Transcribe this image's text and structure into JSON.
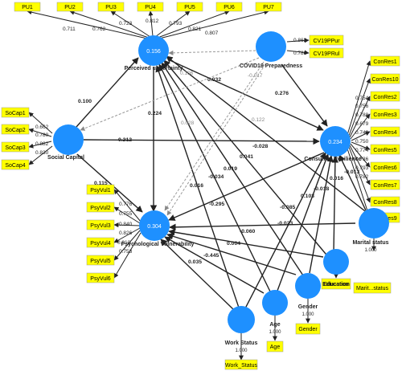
{
  "constructs": {
    "perceived_uncertainty": {
      "label": "Perceived uncertainty",
      "r2": "0.156"
    },
    "covid_preparedness": {
      "label": "COVID19 Preparedness",
      "r2": ""
    },
    "social_capital": {
      "label": "Social Capital",
      "r2": ""
    },
    "consumer_resilience": {
      "label": "Consumer Resilience",
      "r2": "0.234"
    },
    "psych_vulnerability": {
      "label": "Psychological Vulnerability",
      "r2": "0.304"
    },
    "marital_status": {
      "label": "Marital  status",
      "value": "1.000"
    },
    "education": {
      "label": "Education",
      "value": ""
    },
    "gender": {
      "label": "Gender",
      "value": "1.000"
    },
    "age": {
      "label": "Age",
      "value": "1.000"
    },
    "work_status": {
      "label": "Work  Status",
      "value": "1.000"
    }
  },
  "indicators": {
    "pu": [
      "PU1",
      "PU2",
      "PU3",
      "PU4",
      "PU5",
      "PU6",
      "PU7"
    ],
    "pu_loadings": [
      "0.711",
      "0.762",
      "0.723",
      "0.812",
      "0.793",
      "0.821",
      "0.807"
    ],
    "cv": [
      "CV19PPur",
      "CV19PRul"
    ],
    "cv_loadings": [
      "0.862",
      "0.786"
    ],
    "sc": [
      "SoCap1",
      "SoCap2",
      "SoCap3",
      "SoCap4"
    ],
    "sc_loadings": [
      "0.662",
      "0.780",
      "0.882",
      "0.830"
    ],
    "cr": [
      "ConRes1",
      "ConRes10",
      "ConRes2",
      "ConRes3",
      "ConRes4",
      "ConRes5",
      "ConRes6",
      "ConRes7",
      "ConRes8",
      "ConRes9"
    ],
    "cr_loadings": [
      "0.754",
      "0.756",
      "0.788",
      "0.679",
      "0.749",
      "0.750",
      "0.774",
      "0.736",
      "0.793",
      "0.782"
    ],
    "pv": [
      "PsyVul1",
      "PsyVul2",
      "PsyVul3",
      "PsyVul4",
      "PsyVul5",
      "PsyVul6"
    ],
    "pv_loadings": [
      "0.776",
      "0.755",
      "0.840",
      "0.826",
      "0.810",
      "0.753"
    ],
    "control_single": [
      "Marit...status",
      "Education",
      "Gender",
      "Age",
      "Work_Status"
    ]
  },
  "paths": {
    "sc_pu": "0.100",
    "sc_cr": "0.212",
    "sc_pv": "0.115",
    "pu_cr": "0.032",
    "pu_pv": "0.224",
    "cv_pu": "0.106",
    "cv_cr": "0.276",
    "cv_sc_dashed": "-0.017",
    "cv_pv": "0.122",
    "cr_pv": "-0.295",
    "pu_sc_dashed": "0.028",
    "ms_pu": "-0.028",
    "ms_pv": "-0.023",
    "ms_cr": "-0.013",
    "ed_cr": "0.016",
    "ed_pu": "0.041",
    "ed_pv": "-0.060",
    "ge_cr": "-0.018",
    "ge_pu": "0.019",
    "ge_pv": "0.004",
    "ag_cr": "0.103",
    "ag_pu": "-0.034",
    "ag_pv": "-0.445",
    "ws_cr": "-0.085",
    "ws_pu": "0.016",
    "ws_pv": "0.035"
  }
}
